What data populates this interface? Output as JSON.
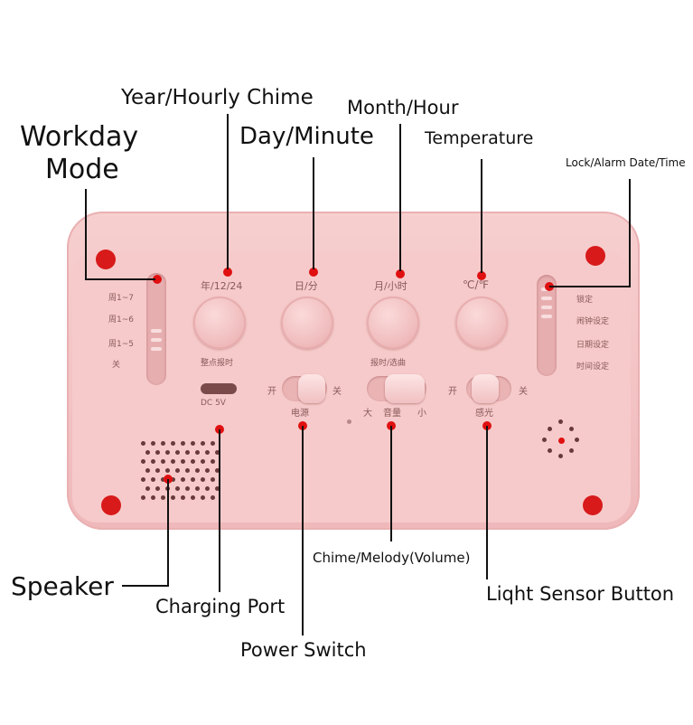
{
  "callouts": {
    "workday_mode_line1": "Workday",
    "workday_mode_line2": "Mode",
    "year_hourly_chime": "Year/Hourly Chime",
    "day_minute": "Day/Minute",
    "month_hour": "Month/Hour",
    "temperature": "Temperature",
    "lock_alarm_date_time": "Lock/Alarm Date/Time",
    "speaker": "Speaker",
    "charging_port": "Charging Port",
    "power_switch": "Power Switch",
    "chime_melody_volume": "Chime/Melody(Volume)",
    "light_sensor_button": "Liqht Sensor Button"
  },
  "device_labels": {
    "workday_opt1": "周1~7",
    "workday_opt2": "周1~6",
    "workday_opt3": "周1~5",
    "workday_opt4": "关",
    "btn1_top": "年/12/24",
    "btn1_bottom": "整点报时",
    "btn2_top": "日/分",
    "btn3_top": "月/小时",
    "btn3_bottom": "报时/选曲",
    "btn4_top": "℃/℉",
    "lock_opt1": "锁定",
    "lock_opt2": "闹钟设定",
    "lock_opt3": "日期设定",
    "lock_opt4": "时间设定",
    "dc_label": "DC 5V",
    "power_on": "开",
    "power_off": "关",
    "power_label": "电源",
    "vol_big": "大",
    "vol_label": "音量",
    "vol_small": "小",
    "sensor_on": "开",
    "sensor_off": "关",
    "sensor_label": "感光"
  },
  "colors": {
    "device_pink": "#f3c2c3",
    "marker_red": "#e01010"
  }
}
